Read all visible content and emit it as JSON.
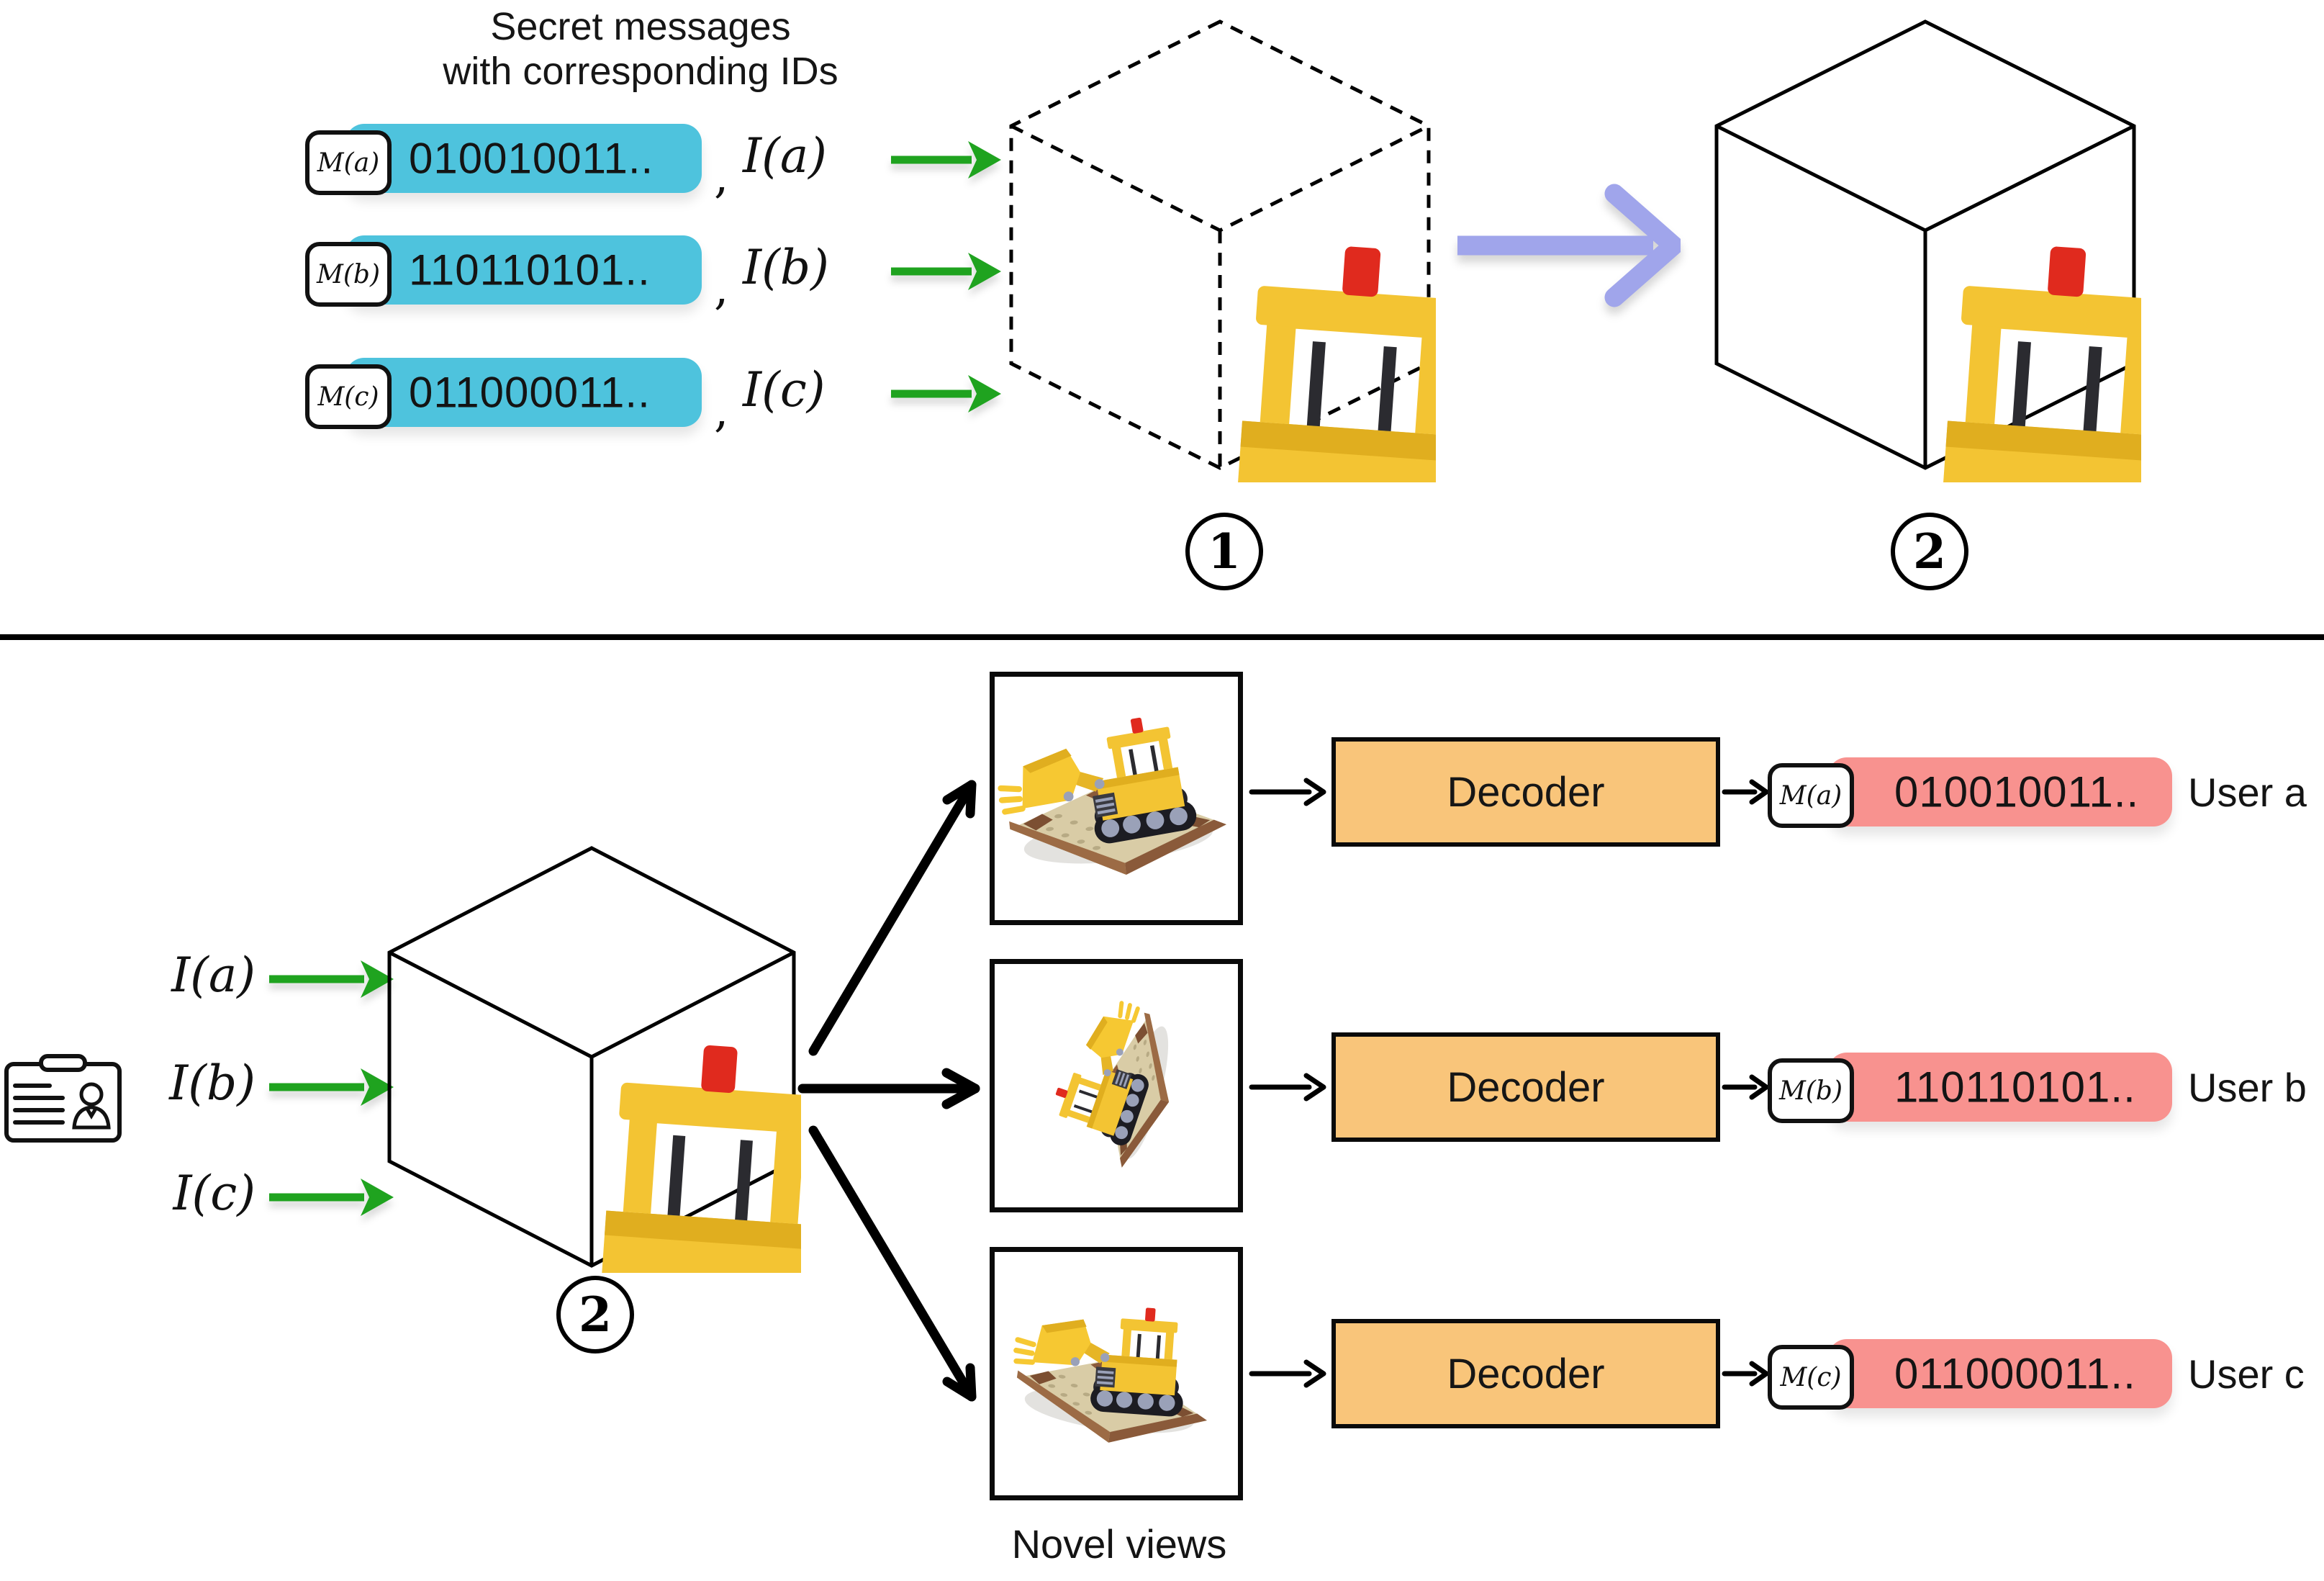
{
  "top": {
    "title_line1": "Secret messages",
    "title_line2": "with corresponding IDs",
    "comma": ",",
    "messages": [
      {
        "id_label": "M(a)",
        "bits": "010010011..",
        "image_label": "I(a)"
      },
      {
        "id_label": "M(b)",
        "bits": "110110101..",
        "image_label": "I(b)"
      },
      {
        "id_label": "M(c)",
        "bits": "011000011..",
        "image_label": "I(c)"
      }
    ],
    "step_embedding_label": "1",
    "step_model_label": "2"
  },
  "bottom": {
    "step_model_label": "2",
    "inputs": [
      {
        "label": "I(a)"
      },
      {
        "label": "I(b)"
      },
      {
        "label": "I(c)"
      }
    ],
    "novel_views_label": "Novel views",
    "rows": [
      {
        "decoder_label": "Decoder",
        "id_label": "M(a)",
        "bits": "010010011..",
        "user_label": "User a"
      },
      {
        "decoder_label": "Decoder",
        "id_label": "M(b)",
        "bits": "110110101..",
        "user_label": "User b"
      },
      {
        "decoder_label": "Decoder",
        "id_label": "M(c)",
        "bits": "011000011..",
        "user_label": "User c"
      }
    ]
  },
  "icons": {
    "id_card": "id-card-icon",
    "lego_model": "lego-bulldozer-model",
    "cube": "nerf-volume-cube"
  },
  "colors": {
    "cyan": "#4EC3DD",
    "pink": "#F8928F",
    "orange": "#F9C57A",
    "green": "#1FA31F",
    "purple": "#A0A5EB",
    "ink": "#111111"
  }
}
